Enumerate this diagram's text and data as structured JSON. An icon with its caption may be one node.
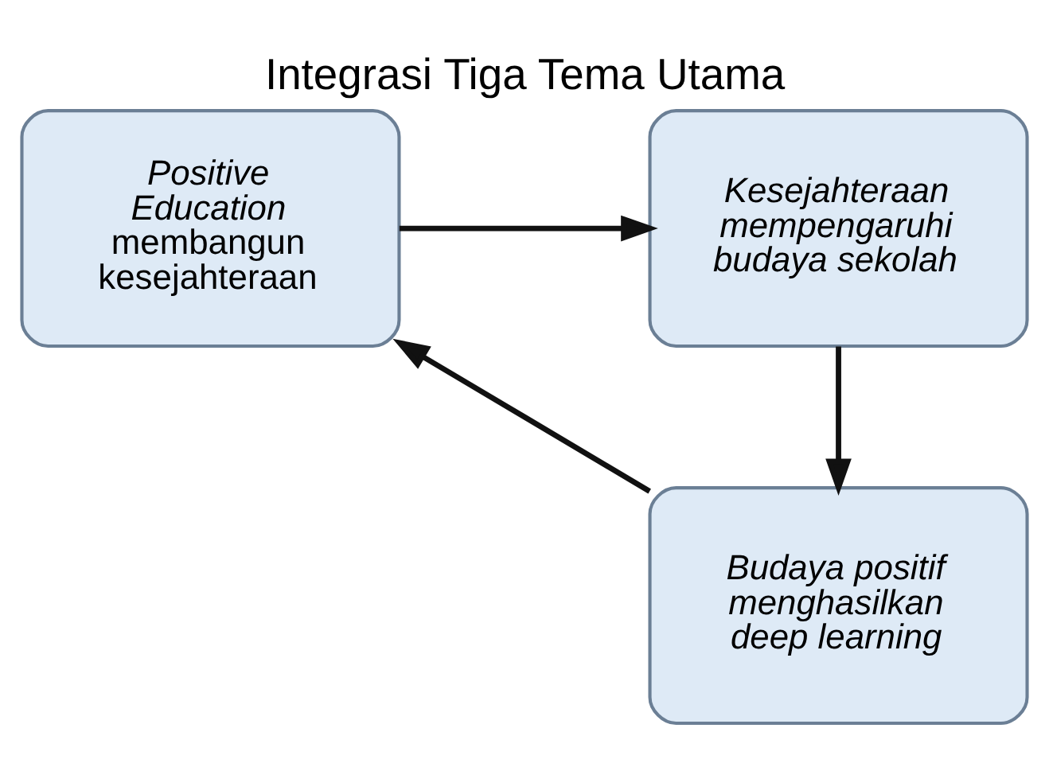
{
  "diagram": {
    "title": "Integrasi Tiga Tema Utama",
    "nodes": [
      {
        "text": [
          "Positive Education",
          "membangun kesejahteraan"
        ]
      },
      {
        "text": [
          "Kesejahteraan mempengaruhi budaya sekolah"
        ]
      },
      {
        "text": [
          "Budaya positif menghasilkan deep learning"
        ]
      }
    ],
    "edges": [
      {
        "from": 0,
        "to": 1,
        "arrow": "to"
      },
      {
        "from": 1,
        "to": 2,
        "arrow": "to"
      },
      {
        "from": 2,
        "to": 0,
        "arrow": "to"
      }
    ]
  }
}
